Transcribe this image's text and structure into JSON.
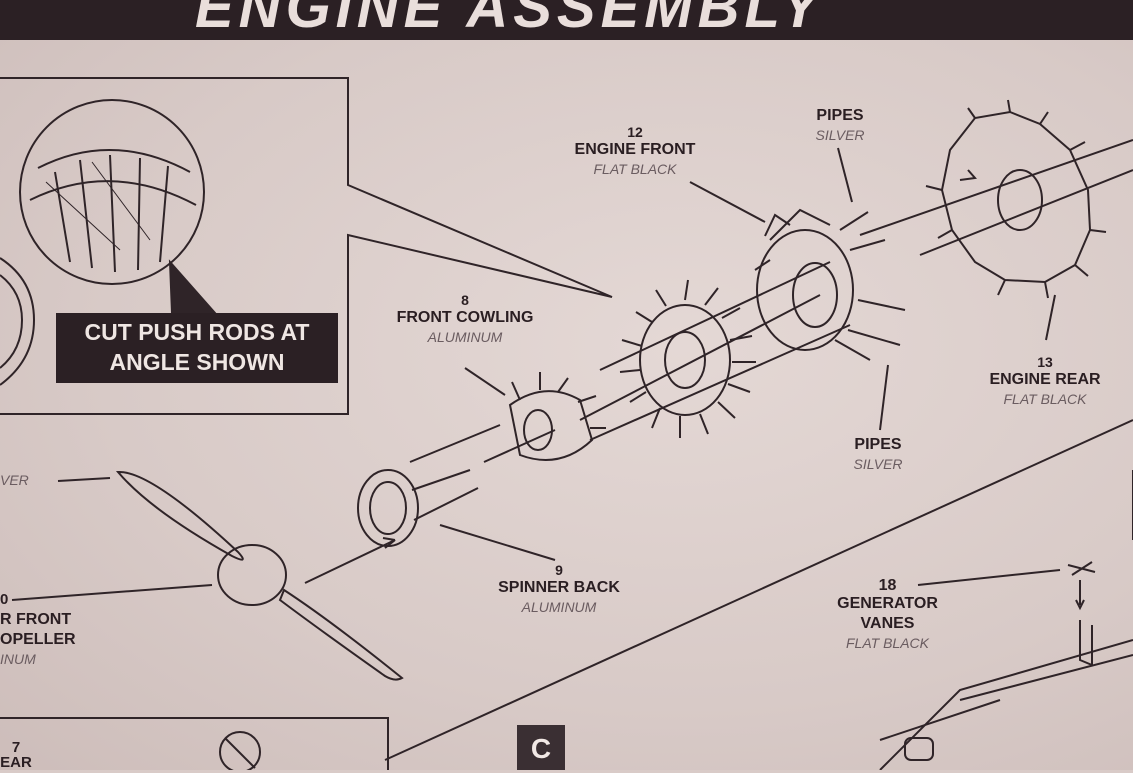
{
  "banner": {
    "title": "ENGINE ASSEMBLY"
  },
  "callout": {
    "text": "CUT PUSH RODS AT ANGLE SHOWN"
  },
  "step": {
    "letter": "C"
  },
  "parts": {
    "engine_front": {
      "number": "12",
      "name": "ENGINE FRONT",
      "paint": "FLAT BLACK"
    },
    "pipes_top": {
      "name": "PIPES",
      "paint": "SILVER"
    },
    "pipes_bottom": {
      "name": "PIPES",
      "paint": "SILVER"
    },
    "engine_rear": {
      "number": "13",
      "name": "ENGINE REAR",
      "paint": "FLAT BLACK"
    },
    "front_cowling": {
      "number": "8",
      "name": "FRONT COWLING",
      "paint": "ALUMINUM"
    },
    "spinner_back": {
      "number": "9",
      "name": "SPINNER BACK",
      "paint": "ALUMINUM"
    },
    "generator_vanes": {
      "number": "18",
      "name_line1": "GENERATOR",
      "name_line2": "VANES",
      "paint": "FLAT BLACK"
    },
    "propeller_partial": {
      "paint_top": "VER",
      "number": "0",
      "name_line1": "R FRONT",
      "name_line2": "OPELLER",
      "paint": "INUM"
    },
    "bottom_left_partial": {
      "number": "7",
      "name": "EAR"
    }
  }
}
